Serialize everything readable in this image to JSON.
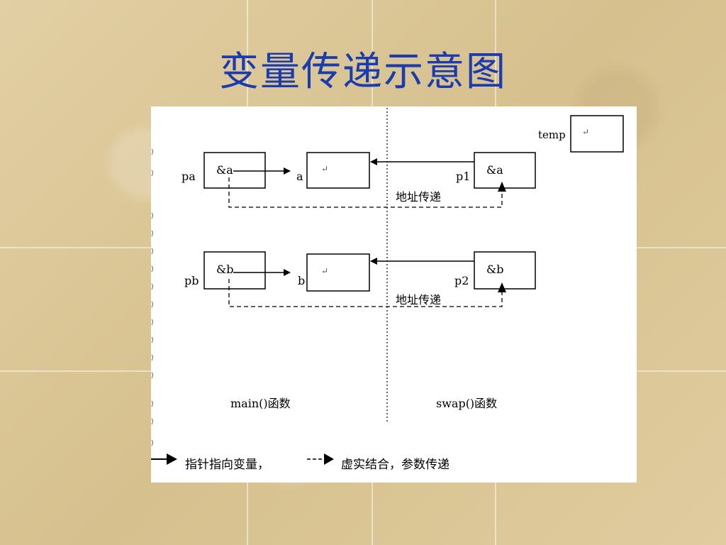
{
  "slide": {
    "title": "变量传递示意图"
  },
  "diagram": {
    "temp_label": "temp",
    "rows": [
      {
        "pointer_name": "pa",
        "pointer_value": "&a",
        "var_name": "a",
        "swap_pointer_name": "p1",
        "swap_pointer_value": "&a",
        "pass_label": "地址传递"
      },
      {
        "pointer_name": "pb",
        "pointer_value": "&b",
        "var_name": "b",
        "swap_pointer_name": "p2",
        "swap_pointer_value": "&b",
        "pass_label": "地址传递"
      }
    ],
    "main_label": "main()函数",
    "swap_label": "swap()函数",
    "legend": {
      "solid_text": "指针指向变量，",
      "dashed_text": "虚实结合，参数传递"
    },
    "colors": {
      "title": "#1b3bb0",
      "line": "#000000"
    }
  }
}
